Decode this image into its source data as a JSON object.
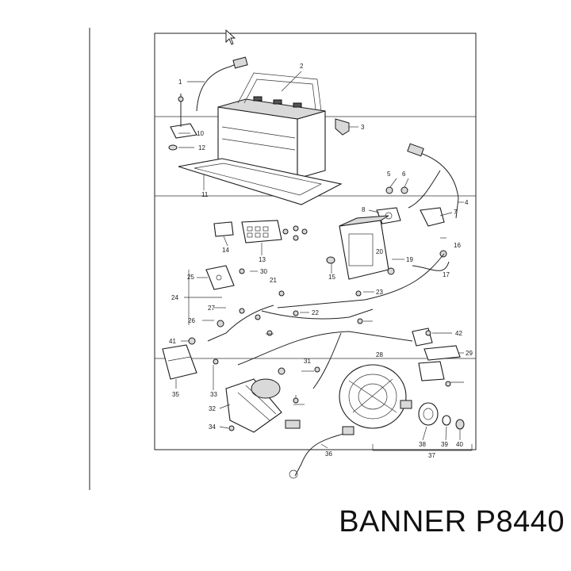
{
  "caption": "BANNER P8440",
  "callouts": [
    "1",
    "2",
    "3",
    "4",
    "5",
    "6",
    "7",
    "8",
    "10",
    "11",
    "12",
    "13",
    "14",
    "15",
    "16",
    "17",
    "19",
    "20",
    "21",
    "22",
    "23",
    "24",
    "25",
    "26",
    "27",
    "28",
    "29",
    "30",
    "31",
    "32",
    "33",
    "34",
    "35",
    "36",
    "37",
    "38",
    "39",
    "40",
    "41",
    "42"
  ],
  "colors": {
    "ink": "#1a1a1a",
    "background": "#ffffff"
  }
}
